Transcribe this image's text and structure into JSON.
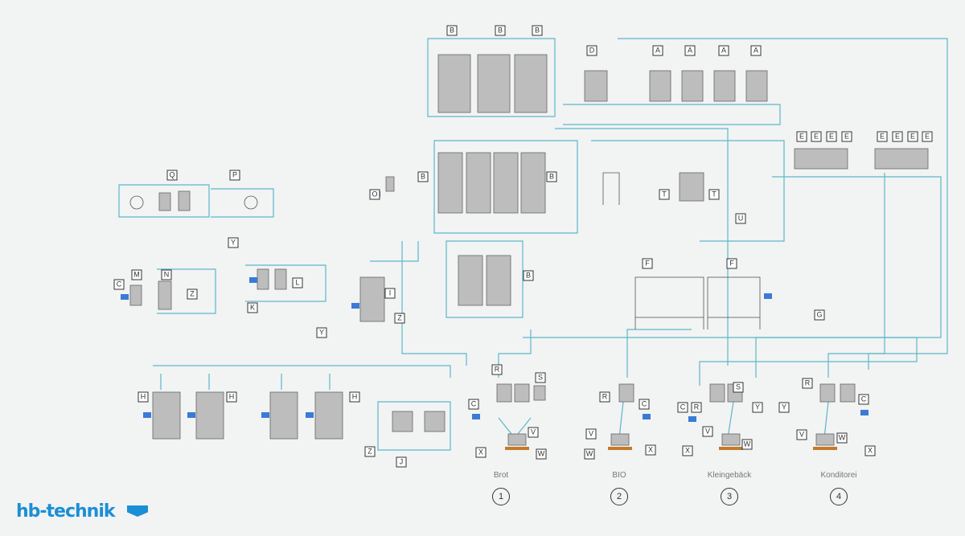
{
  "brand": {
    "name": "hb-technik",
    "color": "#1a8fd6"
  },
  "colors": {
    "pipe": "#5bb8c9",
    "tank": "#b9b9b9",
    "frame": "#555555"
  },
  "labels": [
    "B",
    "B",
    "B",
    "D",
    "A",
    "A",
    "A",
    "A",
    "E",
    "E",
    "E",
    "E",
    "E",
    "E",
    "E",
    "E",
    "B",
    "B",
    "O",
    "T",
    "T",
    "U",
    "Q",
    "P",
    "Y",
    "C",
    "M",
    "N",
    "L",
    "K",
    "I",
    "Z",
    "B",
    "F",
    "F",
    "G",
    "Y",
    "Z",
    "H",
    "H",
    "H",
    "J",
    "Z",
    "R",
    "S",
    "C",
    "V",
    "X",
    "W",
    "R",
    "C",
    "V",
    "W",
    "X",
    "C",
    "R",
    "Y",
    "V",
    "X",
    "W",
    "S",
    "R",
    "Y",
    "C",
    "V",
    "W",
    "X"
  ],
  "sections": [
    {
      "name": "Brot",
      "number": "1"
    },
    {
      "name": "BIO",
      "number": "2"
    },
    {
      "name": "Kleingebäck",
      "number": "3"
    },
    {
      "name": "Konditorei",
      "number": "4"
    }
  ]
}
